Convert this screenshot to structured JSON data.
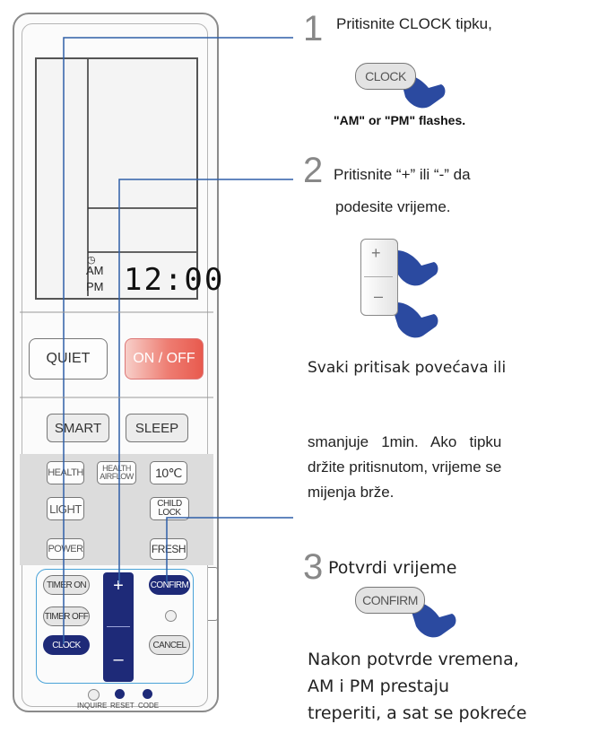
{
  "remote": {
    "lcd": {
      "am": "AM",
      "pm": "PM",
      "time": "12:00",
      "clock_icon": "clock-icon"
    },
    "buttons": {
      "quiet": "QUIET",
      "on_off": "ON / OFF",
      "smart": "SMART",
      "sleep": "SLEEP",
      "health": "HEALTH",
      "health_airflow_1": "HEALTH",
      "health_airflow_2": "AIRFLOW",
      "ten_c": "10℃",
      "light": "LIGHT",
      "child_lock_1": "CHILD",
      "child_lock_2": "LOCK",
      "power": "POWER",
      "fresh": "FRESH",
      "timer_on": "TIMER ON",
      "timer_off": "TIMER OFF",
      "clock": "CLOCK",
      "plus": "+",
      "minus": "–",
      "confirm": "CONFIRM",
      "cancel": "CANCEL"
    },
    "leds": {
      "inquire": "INQUIRE",
      "reset": "RESET",
      "code": "CODE"
    }
  },
  "steps": [
    {
      "number": "1",
      "text": "Pritisnite CLOCK tipku,",
      "chip": "CLOCK",
      "caption": "\"AM\" or \"PM\" flashes."
    },
    {
      "number": "2",
      "text_line1": "Pritisnite “+” ili “-” da",
      "text_line2": "podesite vrijeme.",
      "device_plus": "+",
      "device_minus": "–",
      "para1": "Svaki pritisak povećava ili",
      "para2_line1": "smanjuje   1min.   Ako   tipku",
      "para2_line2": "držite pritisnutom, vrijeme se",
      "para2_line3": "mijenja brže."
    },
    {
      "number": "3",
      "text": "Potvrdi vrijeme",
      "chip": "CONFIRM",
      "para_line1": "Nakon potvrde vremena,",
      "para_line2": "AM i PM prestaju",
      "para_line3": "treperiti, a sat se pokreće"
    }
  ],
  "colors": {
    "button_dark": "#1e2a78",
    "on_off": "#e85a4e",
    "hand": "#2b4aa0",
    "panel_border": "#4aa3d8",
    "pointer_line": "#2f5fa8"
  }
}
